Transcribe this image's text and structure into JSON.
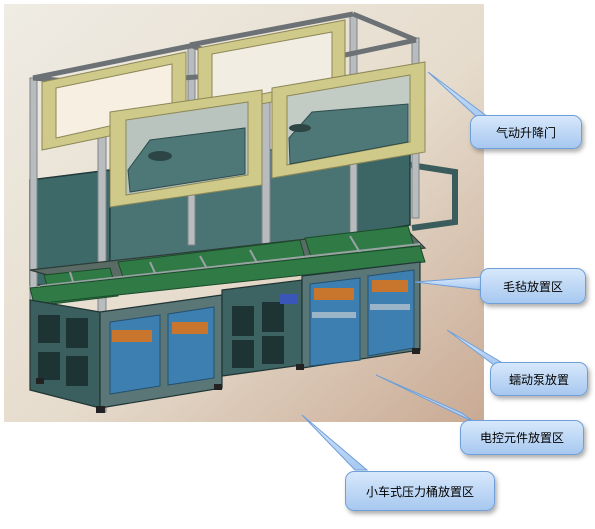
{
  "labels": {
    "lift_door": "气动升降门",
    "felt_area": "毛毡放置区",
    "pump_area": "蠕动泵放置",
    "electrical_area": "电控元件放置区",
    "cart_area": "小车式压力桶放置区"
  },
  "colors": {
    "callout_top": "#d7e8fb",
    "callout_bottom": "#a7c8f0",
    "callout_border": "#6f9fd8",
    "frame_beige": "#cfc98a",
    "panel_teal": "#3f6a6a",
    "belt_green": "#2f7a45",
    "cabinet_blue": "#3d7fb0",
    "aluminum": "#b9bcbe"
  }
}
